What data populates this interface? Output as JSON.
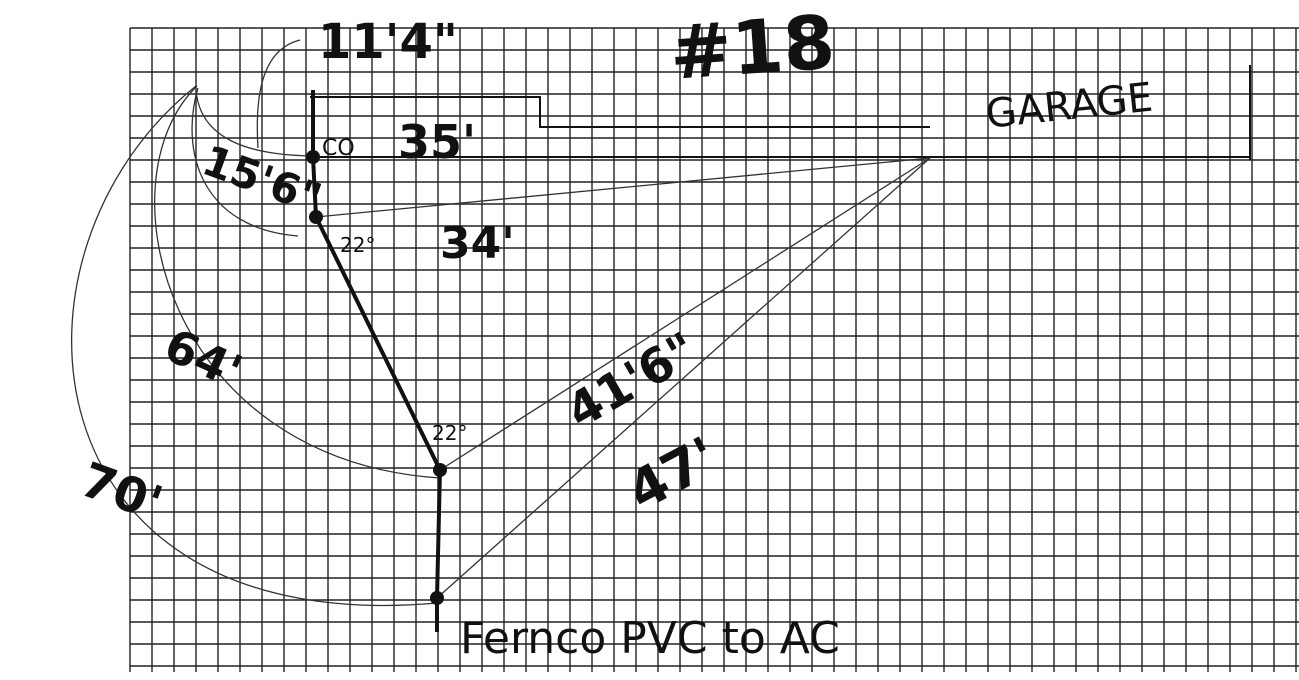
{
  "sheet": {
    "number": "#18",
    "paper": "graph-paper",
    "ink_color": "#111111",
    "grid_color": "#222222",
    "background": "#ffffff"
  },
  "labels": {
    "garage": "GARAGE",
    "cleanout": "CO",
    "pipe_note": "Fernco PVC to AC"
  },
  "fittings": {
    "upper": "22°",
    "lower": "22°"
  },
  "measurements": {
    "top": "11'4\"",
    "a": "35'",
    "b": "15'6\"",
    "c": "34'",
    "d": "64'",
    "e": "41'6\"",
    "f": "47'",
    "g": "70'"
  }
}
